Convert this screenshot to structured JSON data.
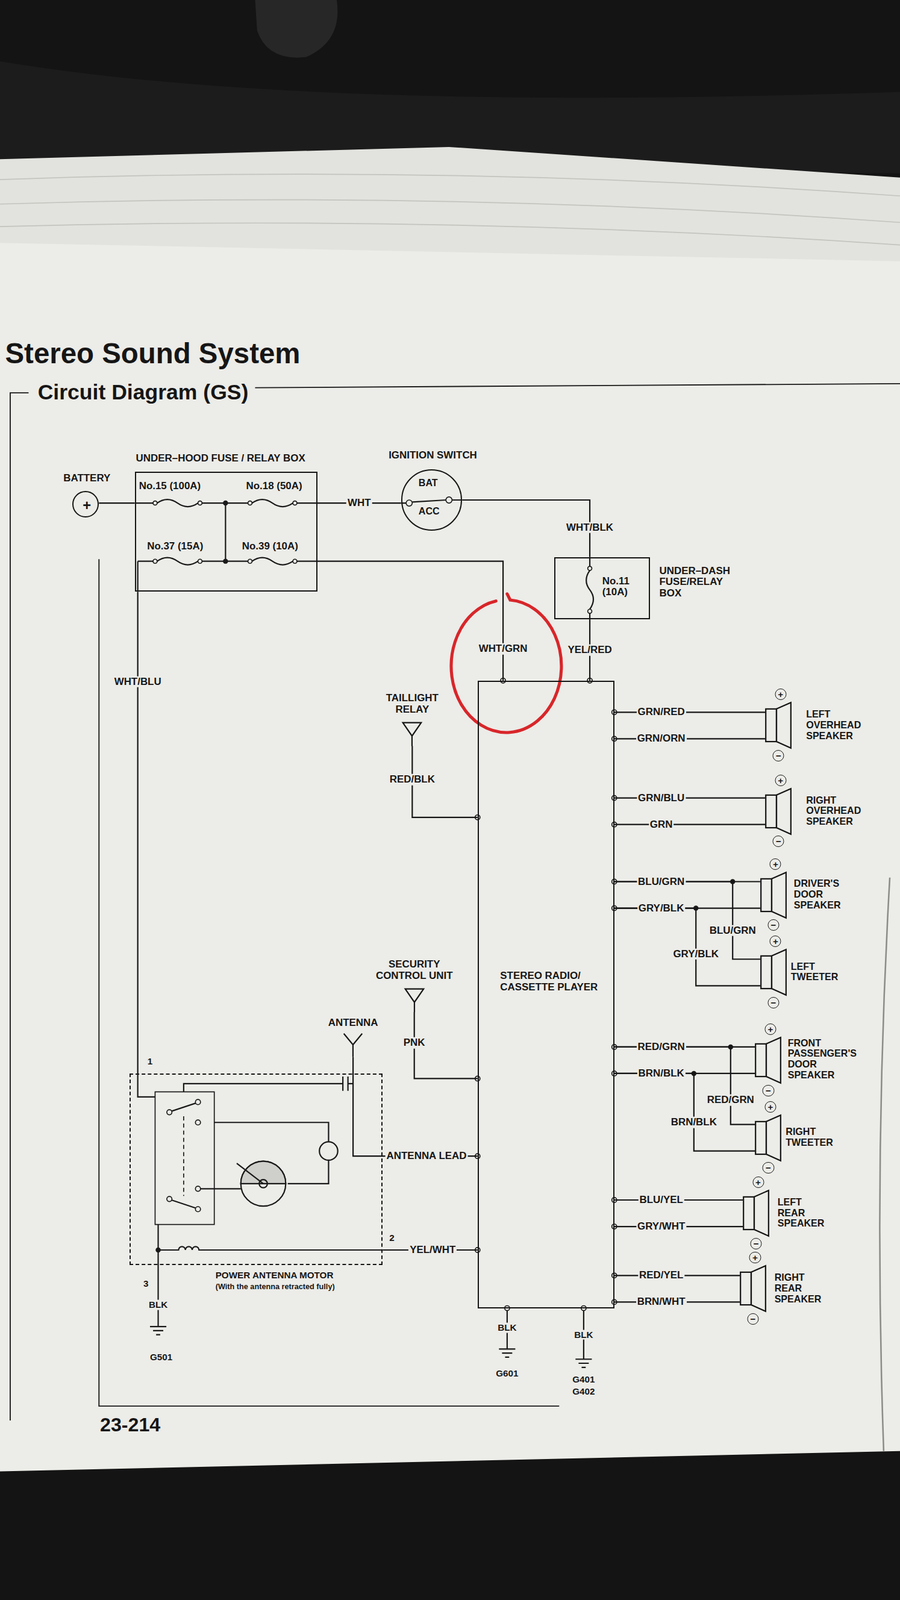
{
  "diagram": {
    "title": "Stereo Sound System",
    "nodes": [
      {
        "text": [
          "BATTERY",
          "+"
        ]
      },
      {
        "text": [
          "UNDER–HOOD FUSE / RELAY BOX",
          "No.15 (100A)",
          "No.18 (50A)",
          "No.37 (15A)",
          "No.39 (10A)"
        ]
      },
      {
        "text": [
          "IGNITION SWITCH",
          "BAT",
          "ACC"
        ]
      },
      {
        "text": [
          "No.11 (10A)",
          "UNDER–DASH FUSE/RELAY BOX"
        ]
      },
      {
        "text": [
          "TAILLIGHT RELAY"
        ]
      },
      {
        "text": [
          "STEREO RADIO/ CASSETTE PLAYER"
        ]
      },
      {
        "text": [
          "+",
          "−",
          "LEFT OVERHEAD SPEAKER"
        ]
      },
      {
        "text": [
          "+",
          "−",
          "RIGHT OVERHEAD SPEAKER"
        ]
      },
      {
        "text": [
          "+",
          "−",
          "DRIVER'S DOOR SPEAKER"
        ]
      },
      {
        "text": [
          "+",
          "−",
          "LEFT TWEETER"
        ]
      },
      {
        "text": [
          "SECURITY CONTROL UNIT"
        ]
      },
      {
        "text": [
          "ANTENNA"
        ]
      },
      {
        "text": [
          "+",
          "−",
          "FRONT PASSENGER'S DOOR SPEAKER"
        ]
      },
      {
        "text": [
          "+",
          "−",
          "RIGHT TWEETER"
        ]
      },
      {
        "text": [
          "POWER ANTENNA MOTOR",
          "(With the antenna retracted fully)"
        ]
      },
      {
        "text": [
          "+",
          "−",
          "LEFT REAR SPEAKER"
        ]
      },
      {
        "text": [
          "+",
          "−",
          "RIGHT REAR SPEAKER"
        ]
      }
    ],
    "edges": [
      {
        "from": 0,
        "to": 1,
        "arrow": "none"
      },
      {
        "from": 1,
        "to": 2,
        "label": "WHT",
        "arrow": "none"
      },
      {
        "from": 2,
        "to": 3,
        "label": "WHT/BLK",
        "arrow": "none"
      },
      {
        "from": 3,
        "to": 5,
        "label": "YEL/RED",
        "arrow": "none"
      },
      {
        "from": 1,
        "to": 5,
        "label": "WHT/GRN",
        "arrow": "none"
      },
      {
        "from": 1,
        "to": 14,
        "label": "WHT/BLU",
        "arrow": "none"
      },
      {
        "from": 4,
        "to": 5,
        "label": "RED/BLK",
        "arrow": "none"
      },
      {
        "from": 10,
        "to": 5,
        "label": "PNK",
        "arrow": "none"
      },
      {
        "from": 11,
        "to": 5,
        "label": "ANTENNA LEAD",
        "arrow": "none"
      },
      {
        "from": 14,
        "to": 5,
        "label": "YEL/WHT",
        "arrow": "none"
      },
      {
        "from": 5,
        "to": 6,
        "label": "GRN/RED",
        "arrow": "none"
      },
      {
        "from": 5,
        "to": 6,
        "label": "GRN/ORN",
        "arrow": "none"
      },
      {
        "from": 5,
        "to": 7,
        "label": "GRN/BLU",
        "arrow": "none"
      },
      {
        "from": 5,
        "to": 7,
        "label": "GRN",
        "arrow": "none"
      },
      {
        "from": 5,
        "to": 8,
        "label": "BLU/GRN",
        "arrow": "none"
      },
      {
        "from": 5,
        "to": 8,
        "label": "GRY/BLK",
        "arrow": "none"
      },
      {
        "from": 5,
        "to": 9,
        "label": "BLU/GRN",
        "arrow": "none"
      },
      {
        "from": 5,
        "to": 9,
        "label": "GRY/BLK",
        "arrow": "none"
      },
      {
        "from": 5,
        "to": 12,
        "label": "RED/GRN",
        "arrow": "none"
      },
      {
        "from": 5,
        "to": 12,
        "label": "BRN/BLK",
        "arrow": "none"
      },
      {
        "from": 5,
        "to": 13,
        "label": "RED/GRN",
        "arrow": "none"
      },
      {
        "from": 5,
        "to": 13,
        "label": "BRN/BLK",
        "arrow": "none"
      },
      {
        "from": 5,
        "to": 15,
        "label": "BLU/YEL",
        "arrow": "none"
      },
      {
        "from": 5,
        "to": 15,
        "label": "GRY/WHT",
        "arrow": "none"
      },
      {
        "from": 5,
        "to": 16,
        "label": "RED/YEL",
        "arrow": "none"
      },
      {
        "from": 5,
        "to": 16,
        "label": "BRN/WHT",
        "arrow": "none"
      }
    ],
    "labels": [
      "Circuit Diagram (GS)",
      "1",
      "2",
      "3",
      "BLK",
      "G501",
      "BLK",
      "G601",
      "BLK",
      "G401",
      "G402",
      "23-214"
    ]
  }
}
